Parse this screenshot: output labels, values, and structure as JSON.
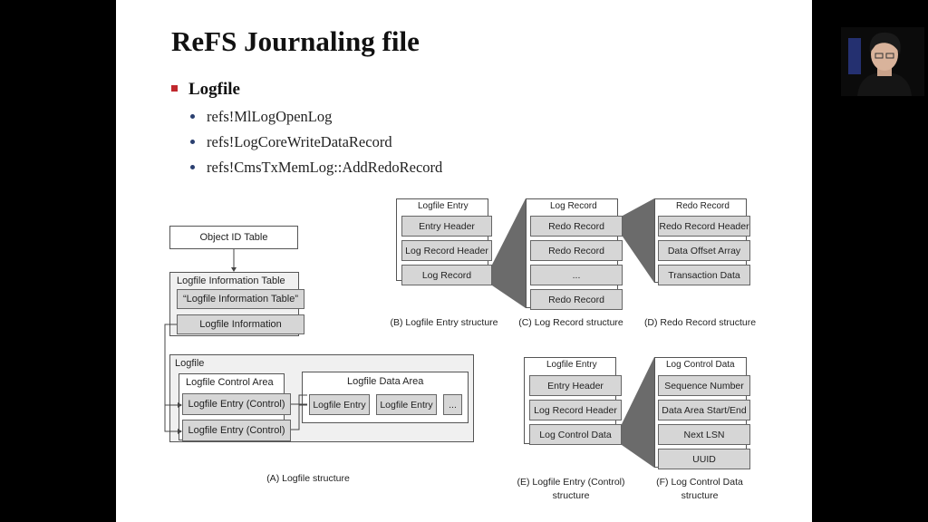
{
  "slide": {
    "title": "ReFS Journaling file",
    "bullet": "Logfile",
    "sub_bullets": [
      "refs!MlLogOpenLog",
      "refs!LogCoreWriteDataRecord",
      "refs!CmsTxMemLog::AddRedoRecord"
    ]
  },
  "diagram_a": {
    "object_id_table": "Object ID Table",
    "info_table_title": "Logfile Information Table",
    "info_table_quote": "“Logfile Information Table”",
    "logfile_information": "Logfile Information",
    "logfile_label": "Logfile",
    "control_area_title": "Logfile Control Area",
    "control_entry_1": "Logfile Entry (Control)",
    "control_entry_2": "Logfile Entry (Control)",
    "data_area_title": "Logfile Data Area",
    "data_entry_1": "Logfile Entry",
    "data_entry_2": "Logfile Entry",
    "data_ellipsis": "...",
    "caption": "(A) Logfile structure"
  },
  "diagram_b": {
    "title": "Logfile Entry",
    "items": [
      "Entry Header",
      "Log Record Header",
      "Log Record"
    ],
    "caption": "(B) Logfile Entry structure"
  },
  "diagram_c": {
    "title": "Log Record",
    "items": [
      "Redo Record",
      "Redo Record",
      "...",
      "Redo Record"
    ],
    "caption": "(C) Log Record structure"
  },
  "diagram_d": {
    "title": "Redo Record",
    "items": [
      "Redo Record Header",
      "Data Offset Array",
      "Transaction Data"
    ],
    "caption": "(D) Redo Record structure"
  },
  "diagram_e": {
    "title": "Logfile Entry",
    "items": [
      "Entry Header",
      "Log Record Header",
      "Log Control Data"
    ],
    "caption_line1": "(E) Logfile Entry (Control)",
    "caption_line2": "structure"
  },
  "diagram_f": {
    "title": "Log Control Data",
    "items": [
      "Sequence Number",
      "Data Area Start/End",
      "Next LSN",
      "UUID"
    ],
    "caption_line1": "(F) Log Control Data",
    "caption_line2": "structure"
  },
  "colors": {
    "slide_bg": "#ffffff",
    "frame_bg": "#000000",
    "bullet_marker": "#c0282d",
    "box_fill": "#d6d6d6"
  }
}
